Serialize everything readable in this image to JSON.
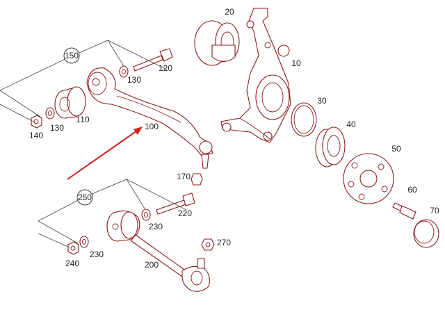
{
  "diagram": {
    "labels": {
      "p10": "10",
      "p20": "20",
      "p30": "30",
      "p40": "40",
      "p50": "50",
      "p60": "60",
      "p70": "70",
      "p100": "100",
      "p110": "110",
      "p120": "120",
      "p130a": "130",
      "p130b": "130",
      "p140": "140",
      "p150": "150",
      "p170": "170",
      "p200": "200",
      "p220": "220",
      "p230a": "230",
      "p230b": "230",
      "p240": "240",
      "p250": "250",
      "p270": "270"
    },
    "colors": {
      "line": "#8b1a1a",
      "arrow": "#d11f1f",
      "text": "#222222"
    }
  }
}
